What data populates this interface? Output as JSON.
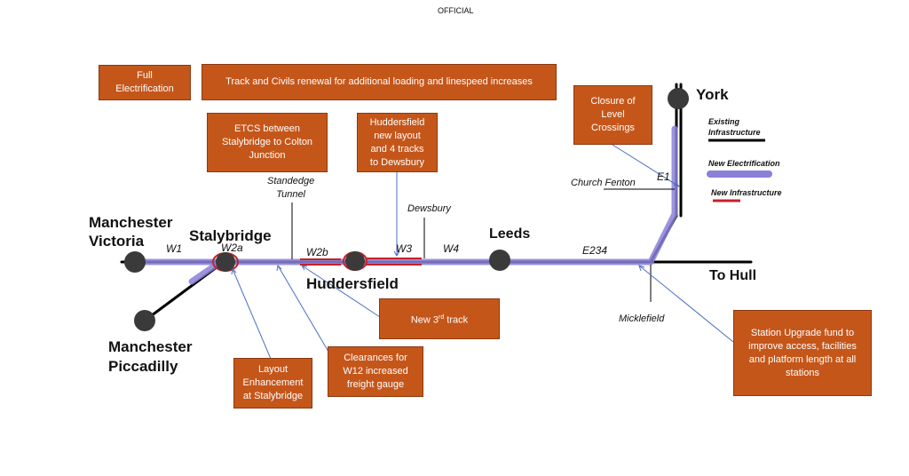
{
  "header": "OFFICIAL",
  "colors": {
    "box": "#c5561a",
    "existing": "#000000",
    "electrification": "#8a80d8",
    "new_infrastructure": "#c8202a",
    "station": "#3a3a3a"
  },
  "stations": {
    "manchester_victoria": [
      "Manchester",
      "Victoria"
    ],
    "stalybridge": "Stalybridge",
    "huddersfield": "Huddersfield",
    "leeds": "Leeds",
    "york": "York",
    "manchester_piccadilly": [
      "Manchester",
      "Piccadilly"
    ],
    "to_hull": "To Hull"
  },
  "places": {
    "standedge": [
      "Standedge",
      "Tunnel"
    ],
    "dewsbury": "Dewsbury",
    "church_fenton": "Church Fenton",
    "micklefield": "Micklefield"
  },
  "sections": {
    "w1": "W1",
    "w2a": "W2a",
    "w2b": "W2b",
    "w3": "W3",
    "w4": "W4",
    "e234": "E234",
    "e1": "E1"
  },
  "boxes": {
    "full_electrification": [
      "Full",
      "Electrification"
    ],
    "track_civils": "Track and Civils renewal for additional loading and linespeed increases",
    "etcs": [
      "ETCS between",
      "Stalybridge to Colton",
      "Junction"
    ],
    "huddersfield_layout": [
      "Huddersfield",
      "new layout",
      "and 4 tracks",
      "to Dewsbury"
    ],
    "closure_crossings": [
      "Closure of",
      "Level",
      "Crossings"
    ],
    "third_track_pre": "New 3",
    "third_track_sup": "rd",
    "third_track_post": " track",
    "clearances": [
      "Clearances for",
      "W12 increased",
      "freight gauge"
    ],
    "layout_enhancement": [
      "Layout",
      "Enhancement",
      "at Stalybridge"
    ],
    "station_upgrade": [
      "Station Upgrade fund to",
      "improve access, facilities",
      "and platform length at all",
      "stations"
    ]
  },
  "legend": {
    "existing": [
      "Existing",
      "Infrastructure"
    ],
    "new_electrification": "New Electrification",
    "new_infrastructure": "New Infrastructure"
  }
}
